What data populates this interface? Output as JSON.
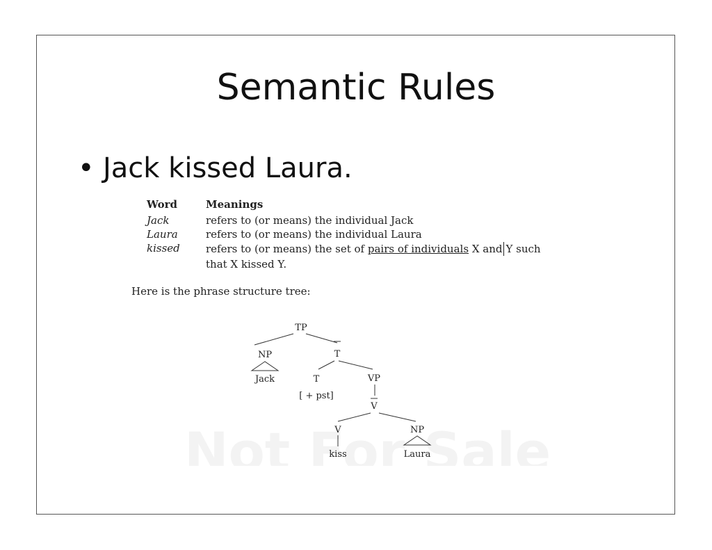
{
  "slide": {
    "title": "Semantic Rules",
    "bullet_symbol": "•",
    "bullet_text": "Jack kissed Laura."
  },
  "table": {
    "header_word": "Word",
    "header_meanings": "Meanings",
    "rows": [
      {
        "word": "Jack",
        "meaning": "refers to (or means) the individual Jack"
      },
      {
        "word": "Laura",
        "meaning": "refers to (or means) the individual Laura"
      },
      {
        "word": "kissed",
        "meaning_before": "refers to (or means) the set of",
        "meaning_underlined": "pairs of individuals",
        "meaning_after_1": "X and",
        "meaning_after_2": "Y such",
        "meaning_line2": "that X kissed Y."
      }
    ]
  },
  "intro": "Here is the phrase structure tree:",
  "tree": {
    "tp": "TP",
    "np1": "NP",
    "jack": "Jack",
    "tbar": "T",
    "t": "T",
    "pst": "[ + pst]",
    "vp": "VP",
    "vbar": "V",
    "v": "V",
    "kiss": "kiss",
    "np2": "NP",
    "laura": "Laura"
  },
  "watermark": "Not For Sale"
}
